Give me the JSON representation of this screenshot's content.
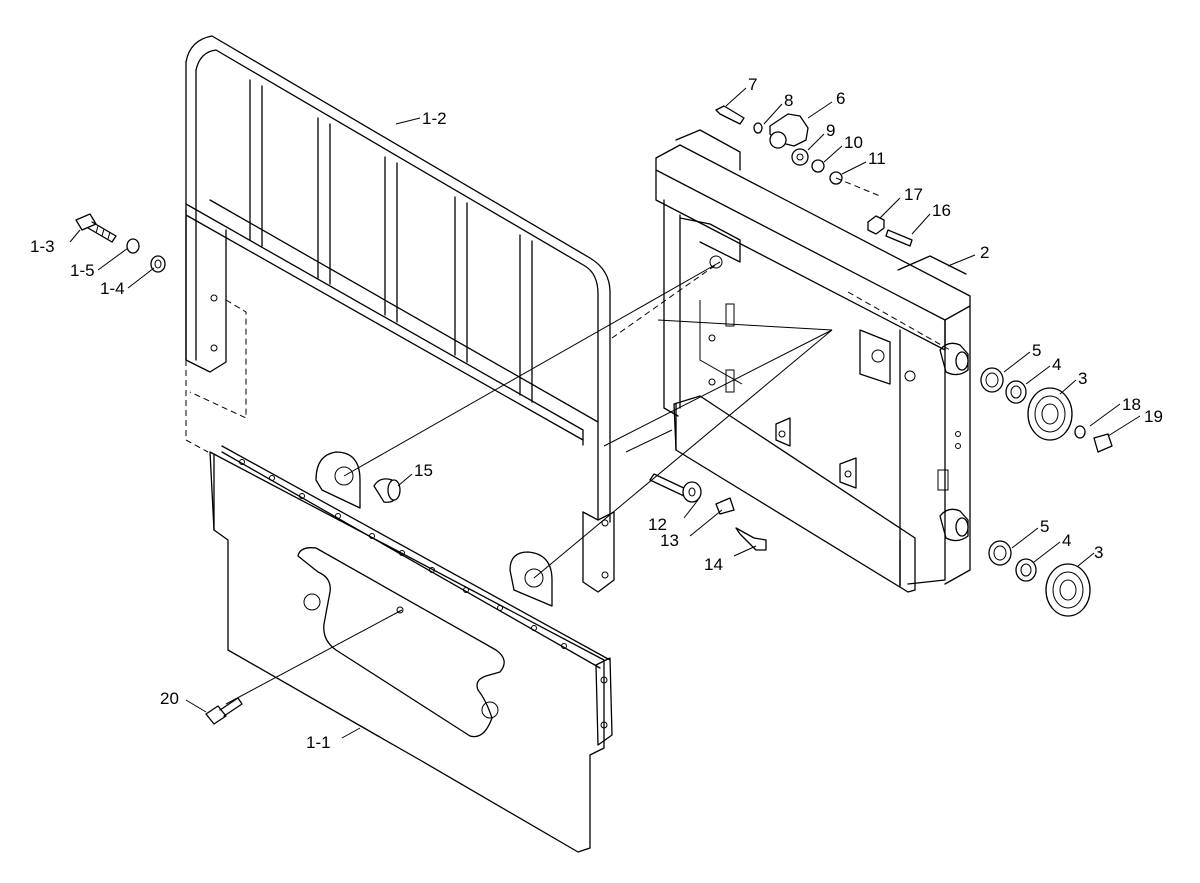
{
  "callouts": {
    "c1_1": "1-1",
    "c1_2": "1-2",
    "c1_3": "1-3",
    "c1_4": "1-4",
    "c1_5": "1-5",
    "c2": "2",
    "c3a": "3",
    "c3b": "3",
    "c4a": "4",
    "c4b": "4",
    "c5a": "5",
    "c5b": "5",
    "c6": "6",
    "c7": "7",
    "c8": "8",
    "c9": "9",
    "c10": "10",
    "c11": "11",
    "c12": "12",
    "c13": "13",
    "c14": "14",
    "c15": "15",
    "c16": "16",
    "c17": "17",
    "c18": "18",
    "c19": "19",
    "c20": "20"
  }
}
